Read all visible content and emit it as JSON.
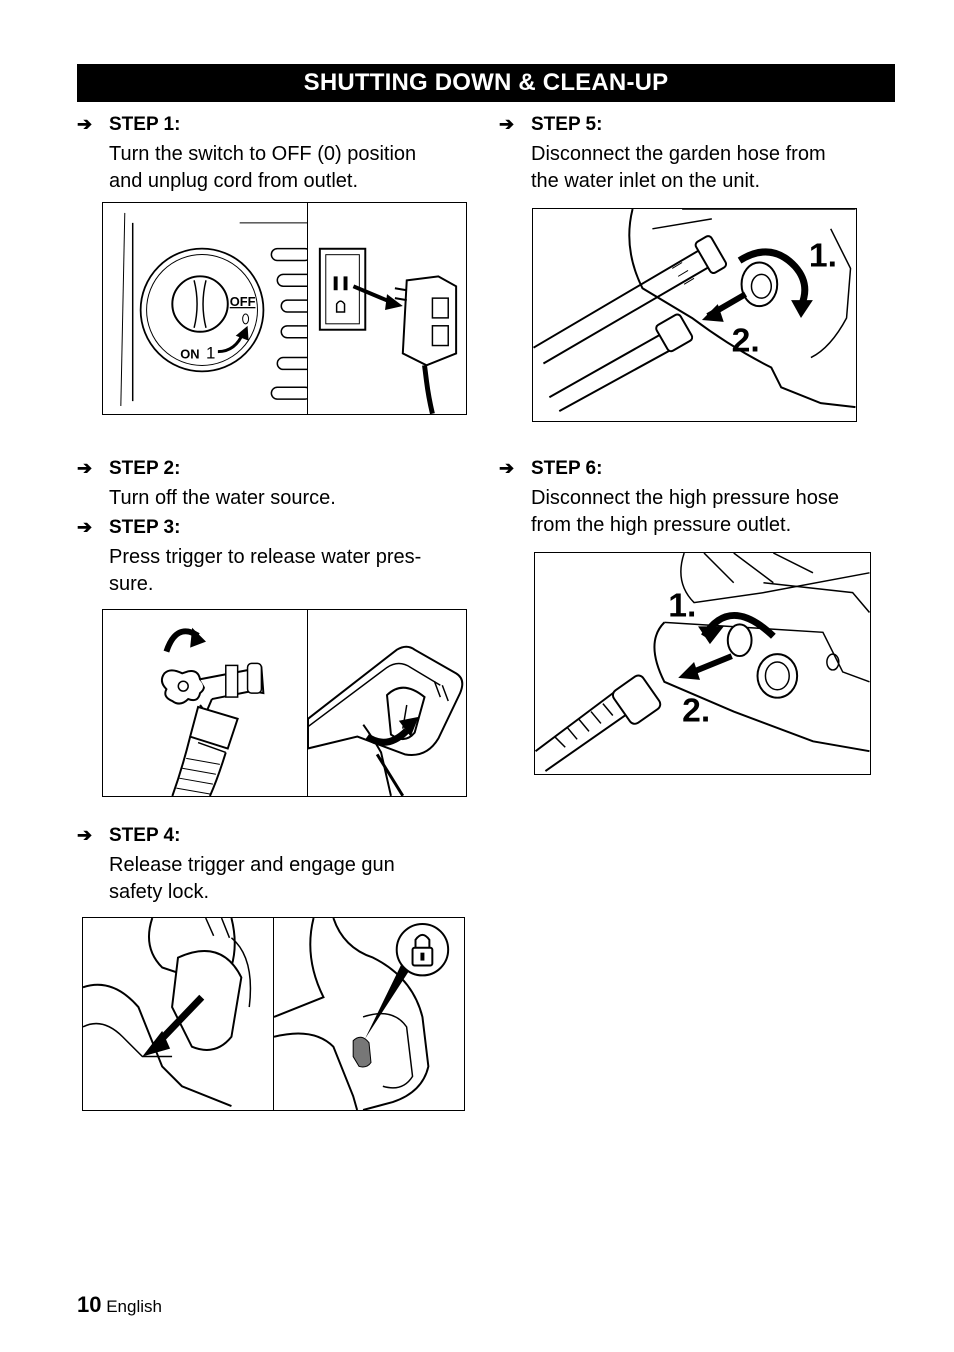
{
  "header": {
    "title": "SHUTTING DOWN & CLEAN-UP"
  },
  "arrow_glyph": "➔",
  "steps": [
    {
      "label": "STEP 1:",
      "lines": [
        "Turn the switch to OFF (0) position",
        "and unplug cord from outlet."
      ]
    },
    {
      "label": "STEP 2:",
      "lines": [
        "Turn off the water source."
      ]
    },
    {
      "label": "STEP 3:",
      "lines": [
        "Press trigger to release water pres-",
        "sure."
      ]
    },
    {
      "label": "STEP 4:",
      "lines": [
        "Release trigger and engage gun",
        "safety lock."
      ]
    },
    {
      "label": "STEP 5:",
      "lines": [
        "Disconnect the garden hose from",
        "the water inlet on the unit."
      ]
    },
    {
      "label": "STEP 6:",
      "lines": [
        "Disconnect the high pressure hose",
        "from the high pressure outlet."
      ]
    }
  ],
  "figures": {
    "switch": {
      "off_label": "OFF",
      "on_label": "ON",
      "one_label": "1",
      "zero_label": "O"
    },
    "inlet": {
      "label_1": "1.",
      "label_2": "2."
    },
    "outlet": {
      "label_1": "1.",
      "label_2": "2."
    }
  },
  "footer": {
    "page_number": "10",
    "language": "English"
  }
}
